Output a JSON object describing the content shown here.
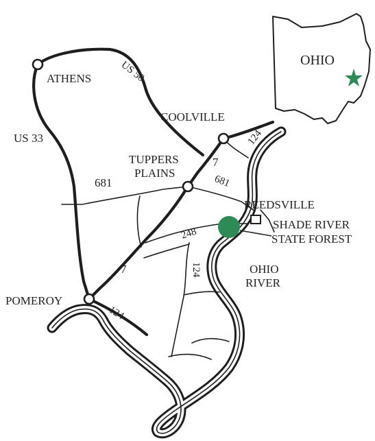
{
  "map": {
    "accent_color": "#2e8b57",
    "inset": {
      "label": "OHIO",
      "marker": "star-icon"
    },
    "towns": {
      "athens": "ATHENS",
      "coolville": "COOLVILLE",
      "tuppers_plains_1": "TUPPERS",
      "tuppers_plains_2": "PLAINS",
      "reedsville": "REEDSVILLE",
      "pomeroy": "POMEROY"
    },
    "routes": {
      "us50": "US 50",
      "us33": "US 33",
      "r681_west": "681",
      "r681_east": "681",
      "r7_north": "7",
      "r7_south": "7",
      "r248": "248",
      "r124_north": "124",
      "r124_middle": "124",
      "r124_south": "124"
    },
    "forest": {
      "line1": "SHADE RIVER",
      "line2": "STATE FOREST",
      "marker": "forest-dot-icon"
    },
    "river": {
      "line1": "OHIO",
      "line2": "RIVER"
    }
  }
}
